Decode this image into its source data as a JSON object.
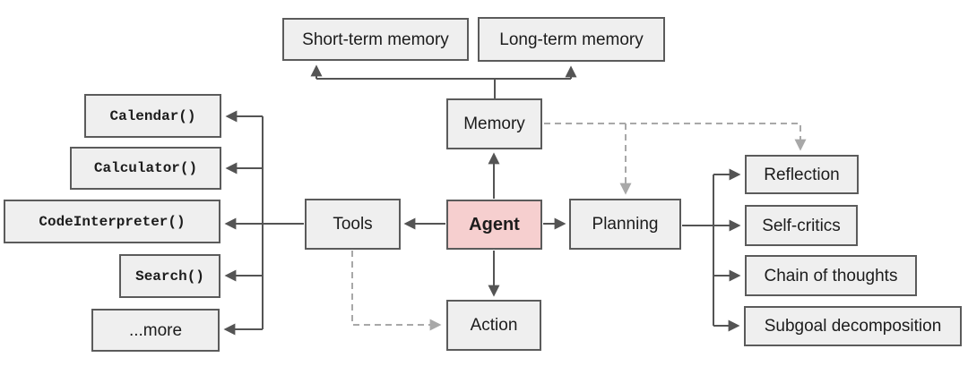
{
  "nodes": {
    "short_term_memory": {
      "label": "Short-term memory"
    },
    "long_term_memory": {
      "label": "Long-term memory"
    },
    "memory": {
      "label": "Memory"
    },
    "agent": {
      "label": "Agent"
    },
    "tools": {
      "label": "Tools"
    },
    "planning": {
      "label": "Planning"
    },
    "action": {
      "label": "Action"
    },
    "calendar": {
      "label": "Calendar()"
    },
    "calculator": {
      "label": "Calculator()"
    },
    "code_interpreter": {
      "label": "CodeInterpreter()"
    },
    "search": {
      "label": "Search()"
    },
    "more": {
      "label": "...more"
    },
    "reflection": {
      "label": "Reflection"
    },
    "self_critics": {
      "label": "Self-critics"
    },
    "chain_of_thoughts": {
      "label": "Chain of thoughts"
    },
    "subgoal_decomposition": {
      "label": "Subgoal decomposition"
    }
  },
  "edges": [
    {
      "from": "memory",
      "to": "short_term_memory",
      "style": "solid"
    },
    {
      "from": "memory",
      "to": "long_term_memory",
      "style": "solid"
    },
    {
      "from": "agent",
      "to": "memory",
      "style": "solid"
    },
    {
      "from": "agent",
      "to": "tools",
      "style": "solid"
    },
    {
      "from": "agent",
      "to": "planning",
      "style": "solid"
    },
    {
      "from": "agent",
      "to": "action",
      "style": "solid"
    },
    {
      "from": "tools",
      "to": "calendar",
      "style": "solid"
    },
    {
      "from": "tools",
      "to": "calculator",
      "style": "solid"
    },
    {
      "from": "tools",
      "to": "code_interpreter",
      "style": "solid"
    },
    {
      "from": "tools",
      "to": "search",
      "style": "solid"
    },
    {
      "from": "tools",
      "to": "more",
      "style": "solid"
    },
    {
      "from": "planning",
      "to": "reflection",
      "style": "solid"
    },
    {
      "from": "planning",
      "to": "self_critics",
      "style": "solid"
    },
    {
      "from": "planning",
      "to": "chain_of_thoughts",
      "style": "solid"
    },
    {
      "from": "planning",
      "to": "subgoal_decomposition",
      "style": "solid"
    },
    {
      "from": "memory",
      "to": "planning",
      "style": "dashed"
    },
    {
      "from": "memory",
      "to": "reflection",
      "style": "dashed"
    },
    {
      "from": "tools",
      "to": "action",
      "style": "dashed"
    }
  ],
  "colors": {
    "background": "#ffffff",
    "node_fill": "#efefef",
    "node_border": "#5b5b5b",
    "agent_fill": "#f6cfcf",
    "solid_arrow": "#545454",
    "dashed_arrow": "#a8a8a8",
    "text": "#1c1c1c"
  }
}
